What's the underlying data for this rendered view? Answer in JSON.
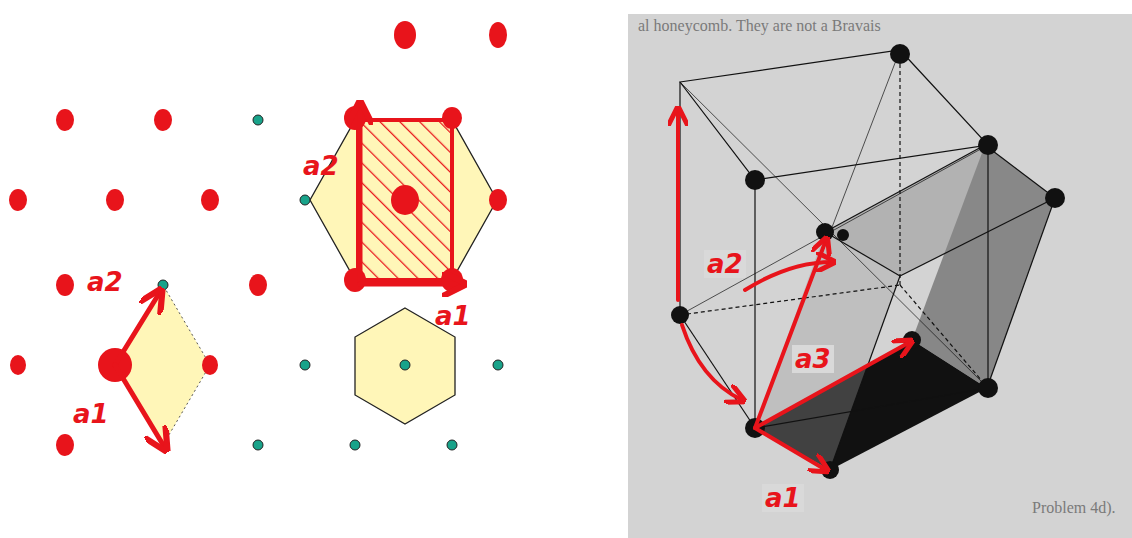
{
  "diagram": {
    "labels": [
      "a2",
      "a1",
      "a2",
      "a1",
      "a2",
      "a3",
      "a1",
      "al honeycomb. They are not a Bravais",
      "Problem 4d)."
    ]
  }
}
